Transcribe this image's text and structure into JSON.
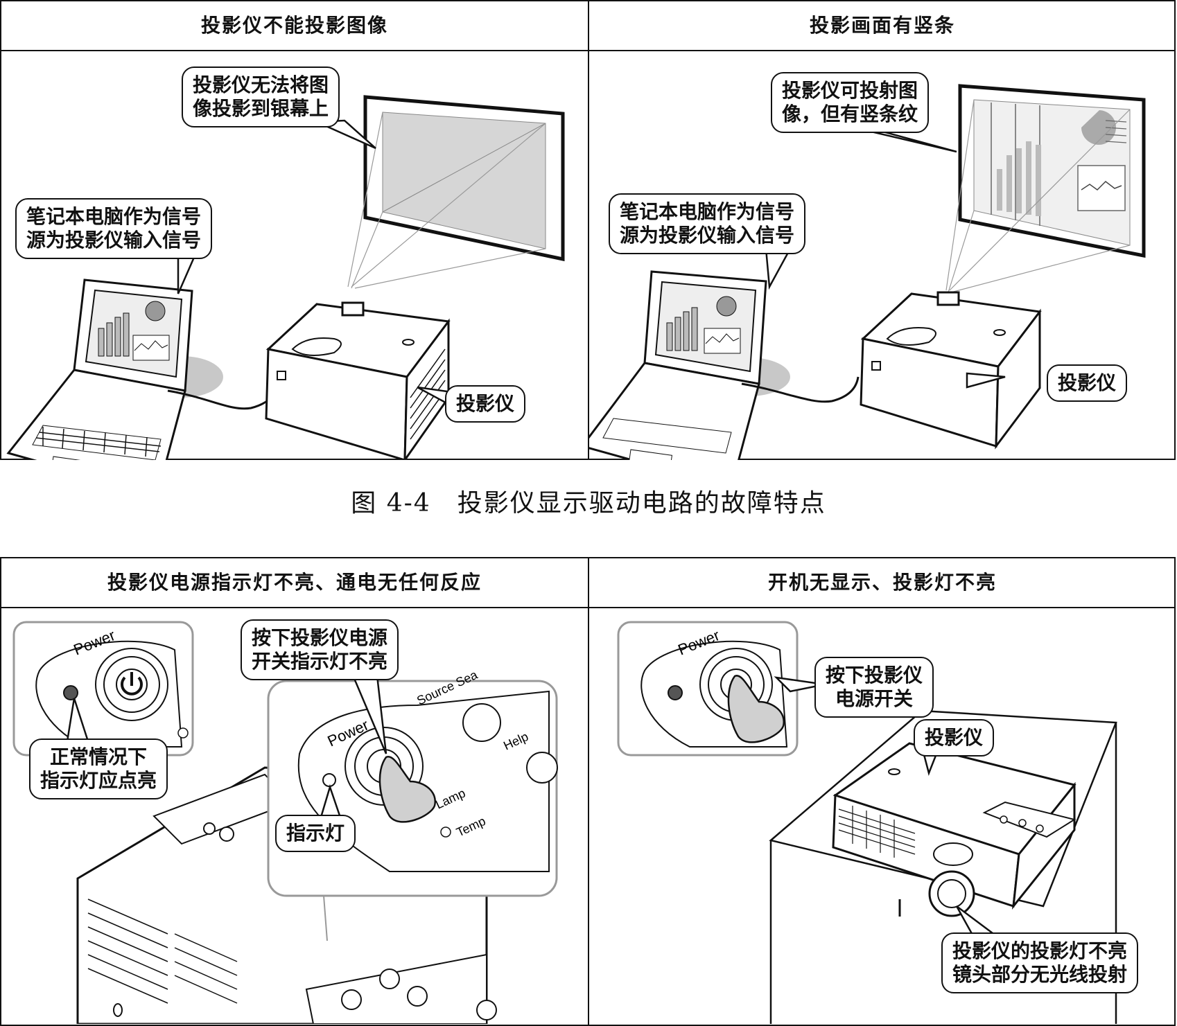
{
  "top_panel": {
    "left_header": "投影仪不能投影图像",
    "right_header": "投影画面有竖条",
    "left": {
      "bubble_screen": "投影仪无法将图\n像投影到银幕上",
      "bubble_laptop": "笔记本电脑作为信号\n源为投影仪输入信号",
      "bubble_projector": "投影仪"
    },
    "right": {
      "bubble_screen": "投影仪可投射图\n像，但有竖条纹",
      "bubble_laptop": "笔记本电脑作为信号\n源为投影仪输入信号",
      "bubble_projector": "投影仪"
    }
  },
  "caption": "图 4-4　投影仪显示驱动电路的故障特点",
  "bottom_panel": {
    "left_header": "投影仪电源指示灯不亮、通电无任何反应",
    "right_header": "开机无显示、投影灯不亮",
    "left": {
      "bubble_normal": "正常情况下\n指示灯应点亮",
      "bubble_press": "按下投影仪电源\n开关指示灯不亮",
      "bubble_indicator": "指示灯",
      "labels": {
        "power": "Power",
        "source": "Source Sea",
        "help": "Help",
        "lamp": "Lamp",
        "temp": "Temp"
      }
    },
    "right": {
      "bubble_press": "按下投影仪\n电源开关",
      "bubble_projector": "投影仪",
      "bubble_lamp": "投影仪的投影灯不亮\n镜头部分无光线投射",
      "labels": {
        "power": "Power"
      }
    }
  },
  "colors": {
    "line": "#111111",
    "screen_gray": "#d6d6d6",
    "shadow": "#c8c8c8",
    "indicator": "#555555"
  }
}
